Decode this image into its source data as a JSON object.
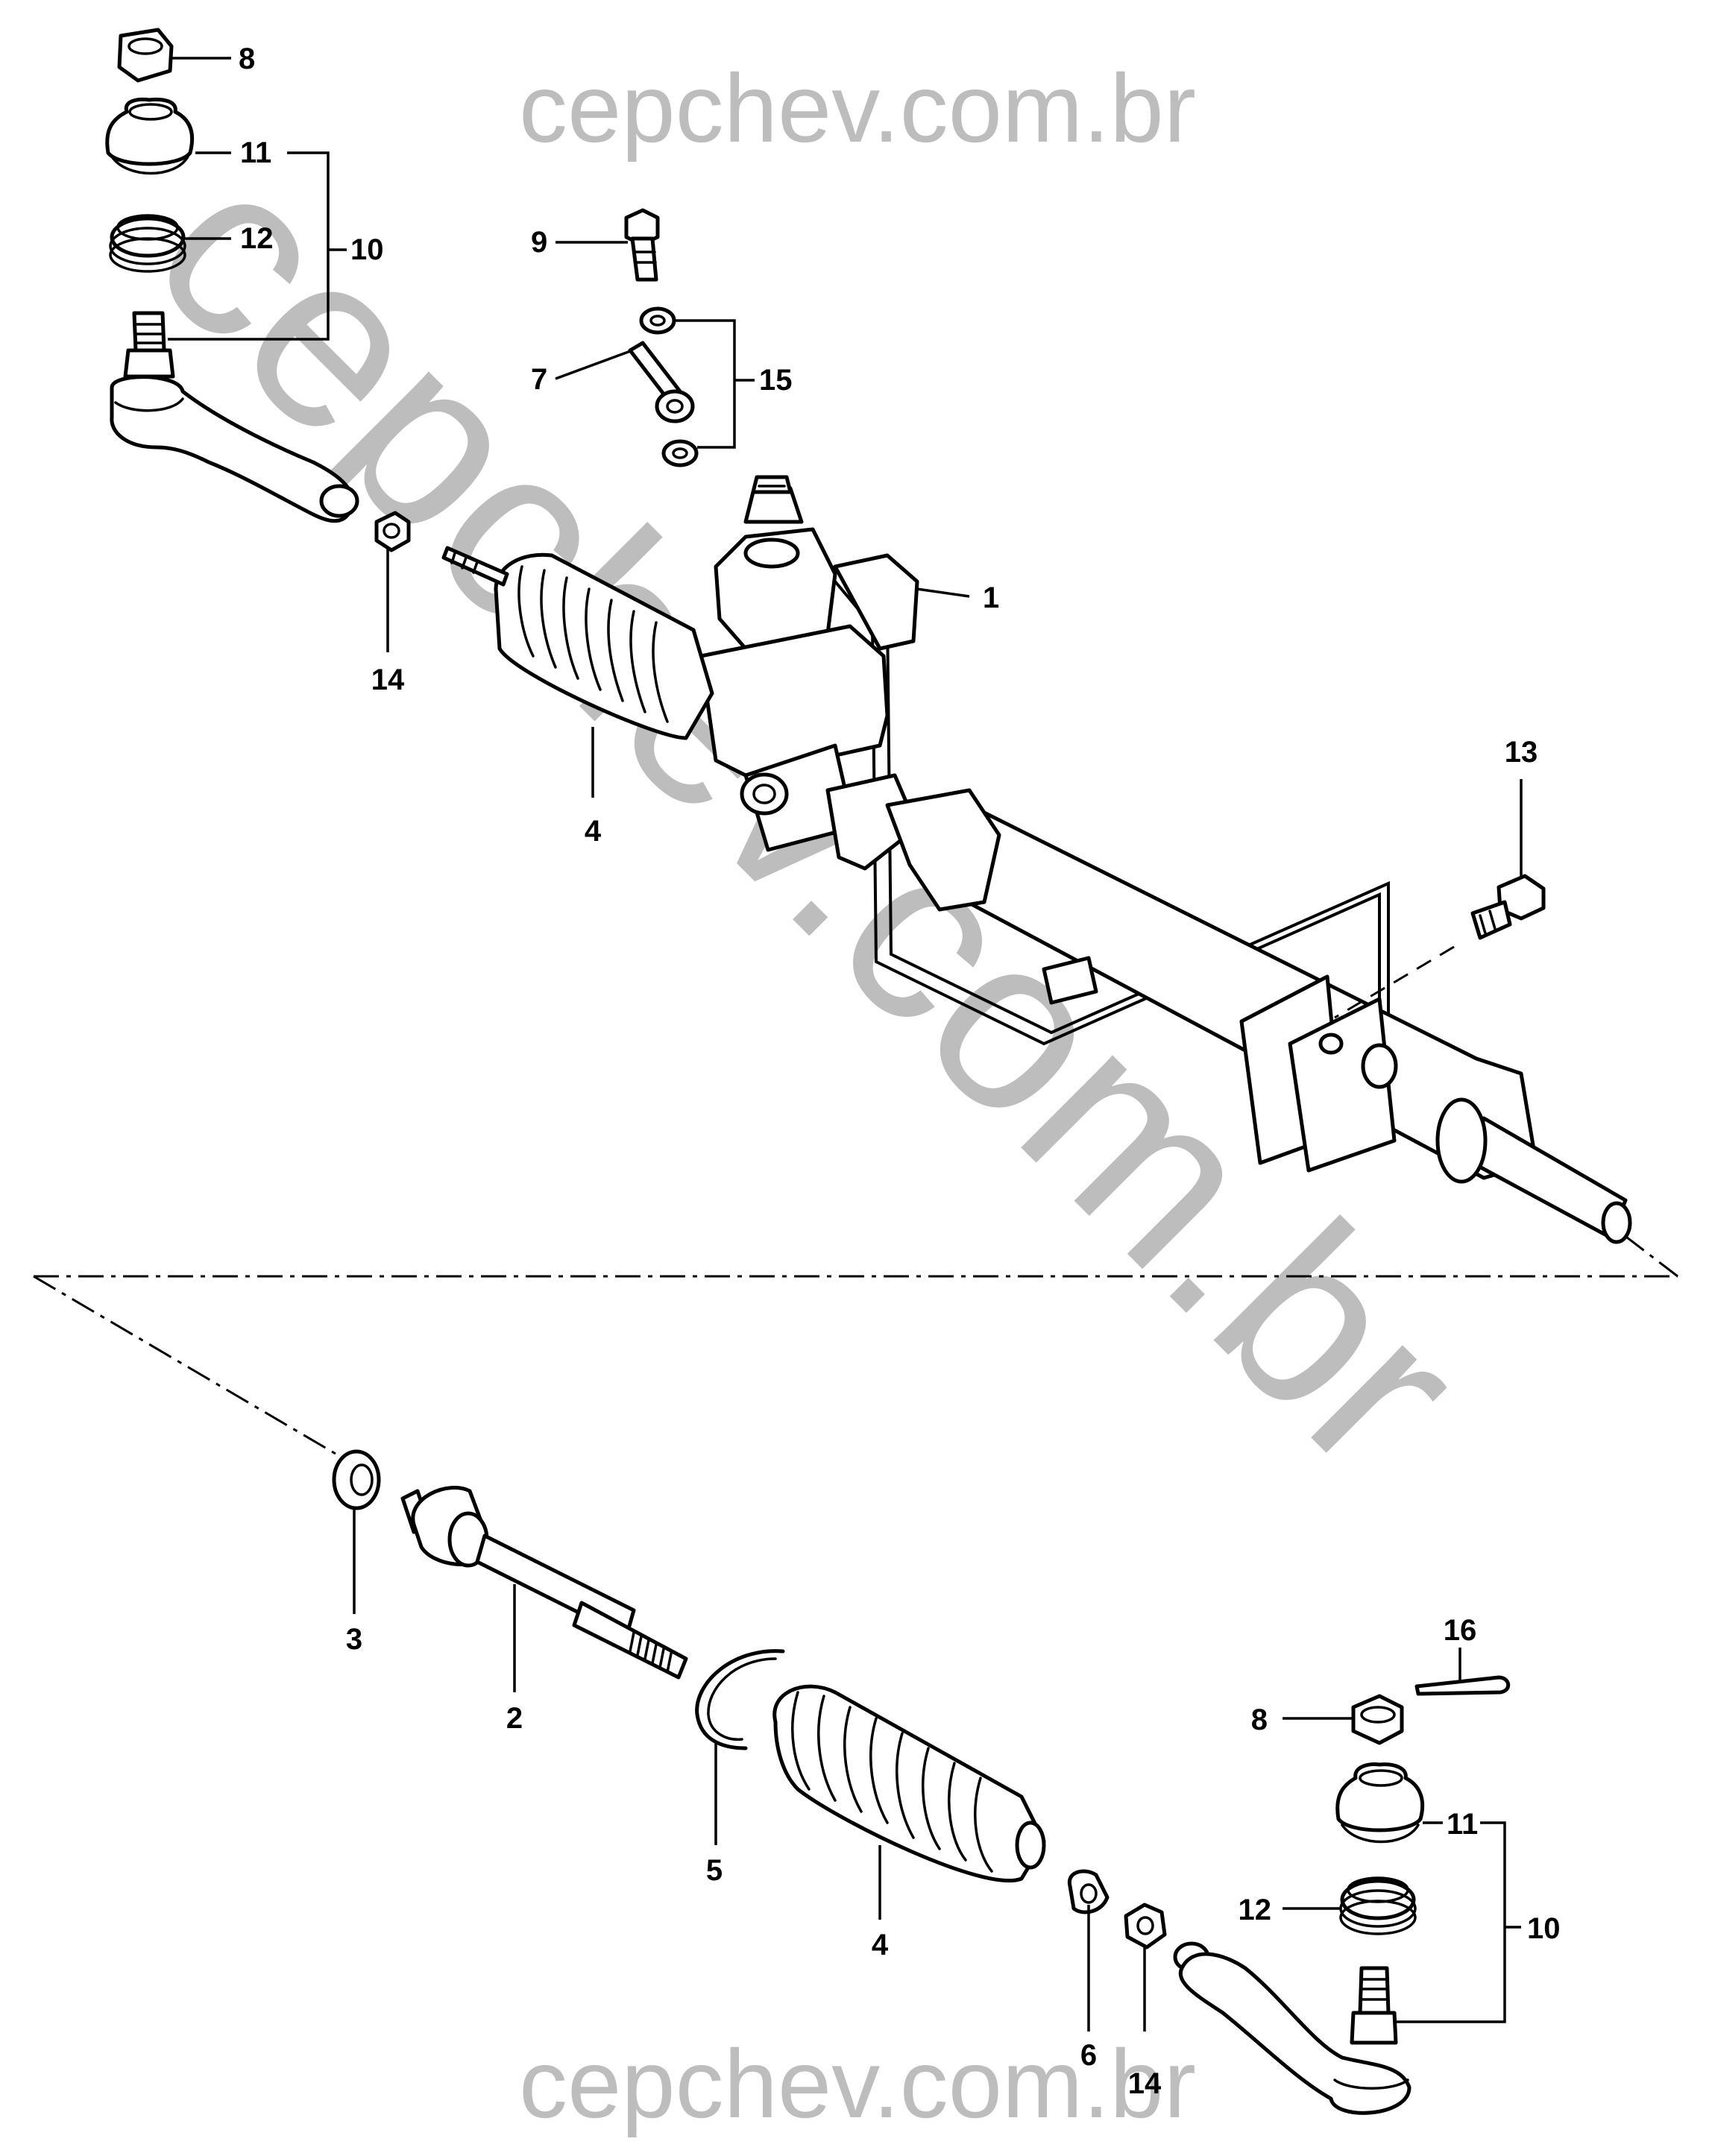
{
  "watermarks": {
    "top": "cepchev.com.br",
    "diagonal": "cepchev.com.br",
    "bottom": "cepchev.com.br"
  },
  "callouts": {
    "c1": "1",
    "c2": "2",
    "c3": "3",
    "c4_top": "4",
    "c4_bottom": "4",
    "c5": "5",
    "c6": "6",
    "c7": "7",
    "c8_top": "8",
    "c8_bottom": "8",
    "c9": "9",
    "c10_top": "10",
    "c10_bottom": "10",
    "c11_top": "11",
    "c11_bottom": "11",
    "c12_top": "12",
    "c12_bottom": "12",
    "c13": "13",
    "c14_top": "14",
    "c14_bottom": "14",
    "c15": "15",
    "c16": "16"
  }
}
